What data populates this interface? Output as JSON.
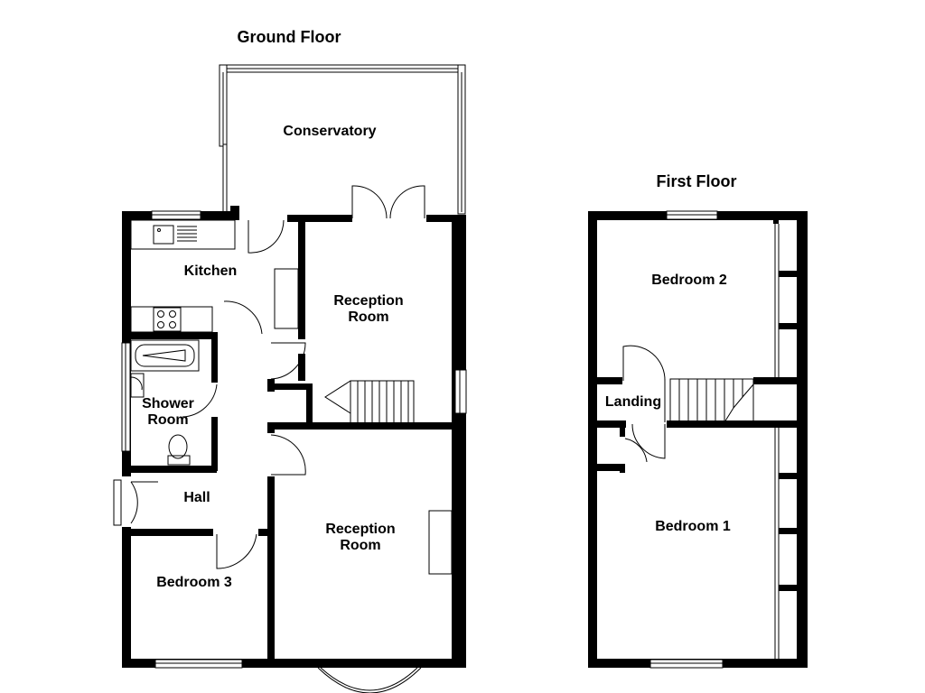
{
  "ground_floor": {
    "title": "Ground Floor",
    "rooms": {
      "conservatory": "Conservatory",
      "kitchen": "Kitchen",
      "reception_rear_line1": "Reception",
      "reception_rear_line2": "Room",
      "shower_line1": "Shower",
      "shower_line2": "Room",
      "hall": "Hall",
      "reception_front_line1": "Reception",
      "reception_front_line2": "Room",
      "bedroom3": "Bedroom 3"
    }
  },
  "first_floor": {
    "title": "First Floor",
    "rooms": {
      "bedroom2": "Bedroom 2",
      "landing": "Landing",
      "bedroom1": "Bedroom 1"
    }
  }
}
